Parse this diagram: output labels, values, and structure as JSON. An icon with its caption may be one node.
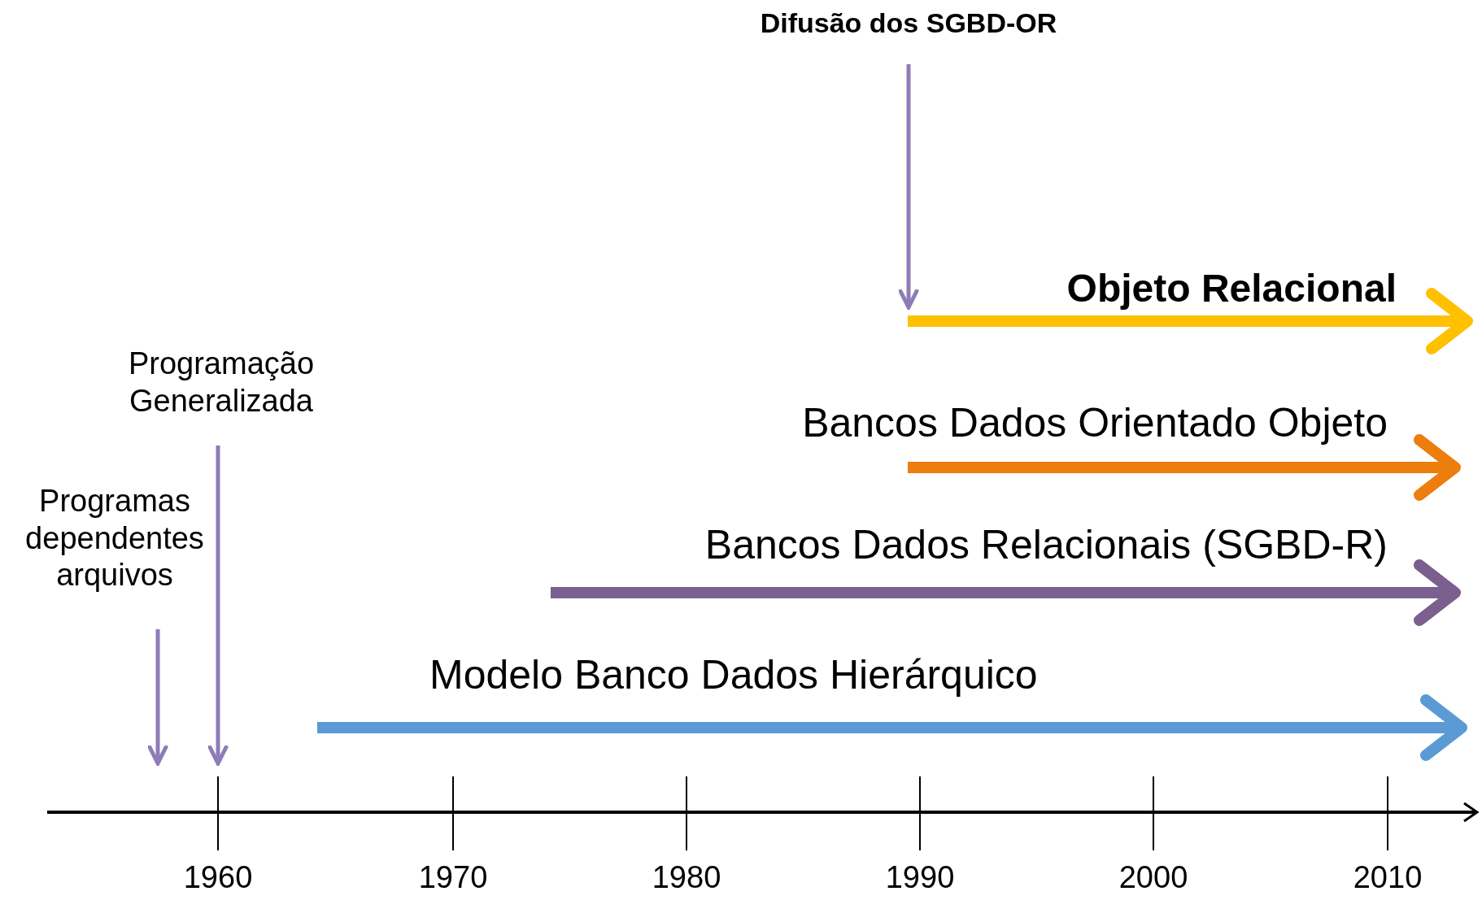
{
  "diagram": {
    "nodes": [
      {
        "text": [
          "Difusão dos SGBD-OR"
        ]
      },
      {
        "text": [
          "Objeto Relacional"
        ]
      },
      {
        "text": [
          "Bancos Dados Orientado Objeto"
        ]
      },
      {
        "text": [
          "Programação Generalizada"
        ]
      },
      {
        "text": [
          "Bancos Dados Relacionais (SGBD-R)"
        ]
      },
      {
        "text": [
          "Programas dependentes arquivos"
        ]
      },
      {
        "text": [
          "Modelo Banco Dados Hierárquico"
        ]
      }
    ],
    "edges": [
      {
        "from": 0,
        "to": null,
        "arrow": "to"
      },
      {
        "from": 3,
        "to": null,
        "arrow": "to"
      },
      {
        "from": 5,
        "to": null,
        "arrow": "to"
      }
    ],
    "labels": [
      "1960",
      "1970",
      "1980",
      "1990",
      "2000",
      "2010"
    ]
  }
}
